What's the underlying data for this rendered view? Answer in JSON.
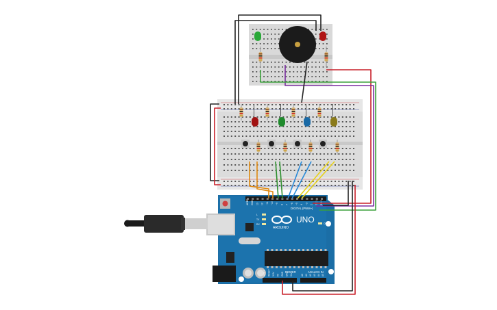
{
  "board": {
    "logo": "UNO",
    "brand": "ARDUINO",
    "digital_label": "DIGITAL (PWM~)",
    "power_label": "POWER",
    "analog_label": "ANALOG IN",
    "digital_pins": [
      "AREF",
      "GND",
      "13",
      "12",
      "~11",
      "~10",
      "~9",
      "8",
      "7",
      "~6",
      "~5",
      "4",
      "~3",
      "2",
      "TX 1",
      "RX 0"
    ],
    "power_pins": [
      "IOREF",
      "RESET",
      "3.3V",
      "5V",
      "GND",
      "GND",
      "Vin"
    ],
    "analog_pins": [
      "A0",
      "A1",
      "A2",
      "A3",
      "A4",
      "A5"
    ],
    "led_labels": [
      "L",
      "TX",
      "RX",
      "ON"
    ]
  },
  "components": {
    "main_leds": [
      {
        "color": "#a11212"
      },
      {
        "color": "#1f8a2c"
      },
      {
        "color": "#1a6aa6"
      },
      {
        "color": "#8a7a1a"
      }
    ],
    "top_leds": [
      {
        "color": "#2aa838"
      },
      {
        "color": "#b01515"
      }
    ],
    "buzzer": {
      "color": "#1b1b1b"
    },
    "button_count": 4
  },
  "wires": {
    "black": "#222222",
    "red": "#c8202a",
    "green": "#3aa13a",
    "purple": "#7b2fa0",
    "orange": "#e08a10",
    "blue": "#2a8ad8",
    "yellow": "#e8d21a",
    "darkgreen": "#2d8f2d"
  }
}
